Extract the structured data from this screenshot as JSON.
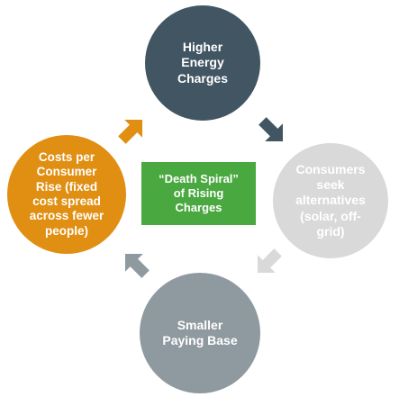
{
  "diagram": {
    "center": {
      "label": "“Death Spiral”\nof Rising\nCharges",
      "color": "#4aa840"
    },
    "nodes": [
      {
        "id": "top",
        "label": "Higher\nEnergy\nCharges",
        "color": "#415563"
      },
      {
        "id": "right",
        "label": "Consumers\nseek\nalternatives\n(solar, off-\ngrid)",
        "color": "#d9d9d9"
      },
      {
        "id": "bottom",
        "label": "Smaller\nPaying Base",
        "color": "#8f9aa0"
      },
      {
        "id": "left",
        "label": "Costs per\nConsumer\nRise (fixed\ncost spread\nacross fewer\npeople)",
        "color": "#e08f12"
      }
    ],
    "arrows": [
      {
        "from": "top",
        "to": "right",
        "color": "#415563"
      },
      {
        "from": "right",
        "to": "bottom",
        "color": "#d9d9d9"
      },
      {
        "from": "bottom",
        "to": "left",
        "color": "#8f9aa0"
      },
      {
        "from": "left",
        "to": "top",
        "color": "#e08f12"
      }
    ]
  }
}
